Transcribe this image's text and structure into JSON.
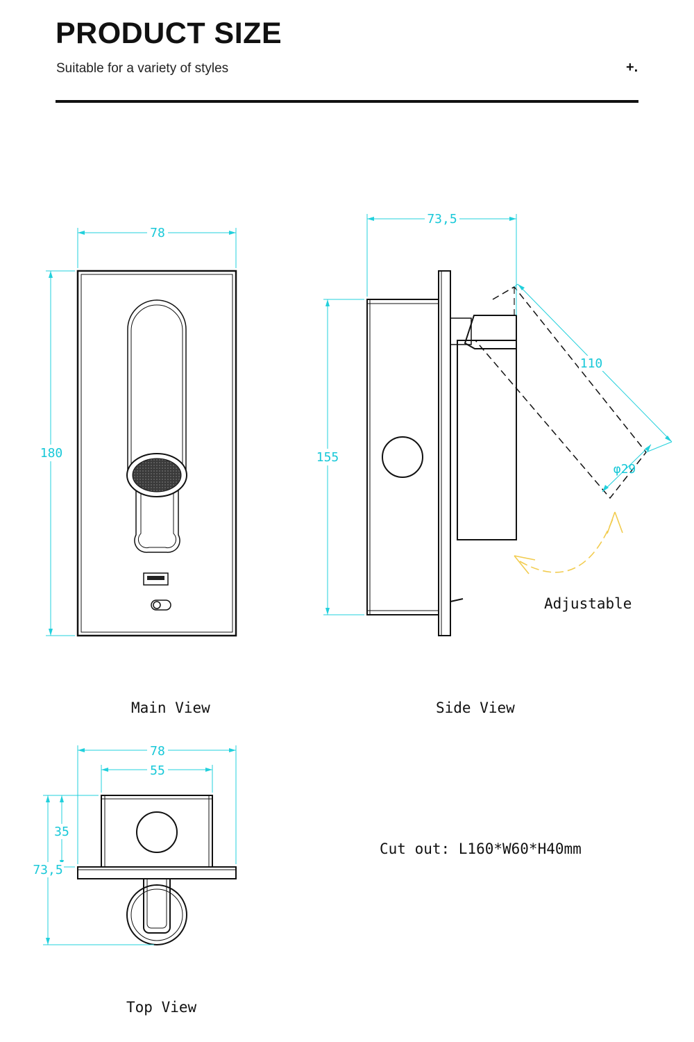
{
  "header": {
    "title": "PRODUCT SIZE",
    "subtitle": "Suitable for a variety of styles",
    "mark": "+."
  },
  "main_view": {
    "label": "Main View",
    "width": "78",
    "height": "180"
  },
  "side_view": {
    "label": "Side View",
    "depth": "73,5",
    "height": "155",
    "arm_length": "110",
    "head_diameter": "φ29",
    "adjustable_label": "Adjustable"
  },
  "top_view": {
    "label": "Top View",
    "outer_width": "78",
    "inner_width": "55",
    "box_depth": "35",
    "total_depth": "73,5"
  },
  "cut_out": {
    "text": "Cut out: L160*W60*H40mm"
  },
  "colors": {
    "dimension": "#22d0dc",
    "adjust_arrow": "#f2cc50",
    "line": "#111111"
  }
}
